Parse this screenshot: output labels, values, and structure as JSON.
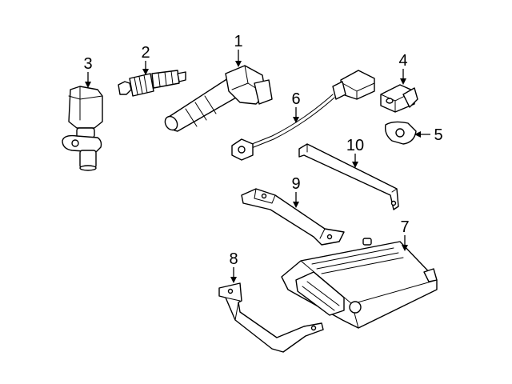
{
  "colors": {
    "line": "#000000",
    "background": "#ffffff"
  },
  "callouts": {
    "c1": "1",
    "c2": "2",
    "c3": "3",
    "c4": "4",
    "c5": "5",
    "c6": "6",
    "c7": "7",
    "c8": "8",
    "c9": "9",
    "c10": "10"
  }
}
